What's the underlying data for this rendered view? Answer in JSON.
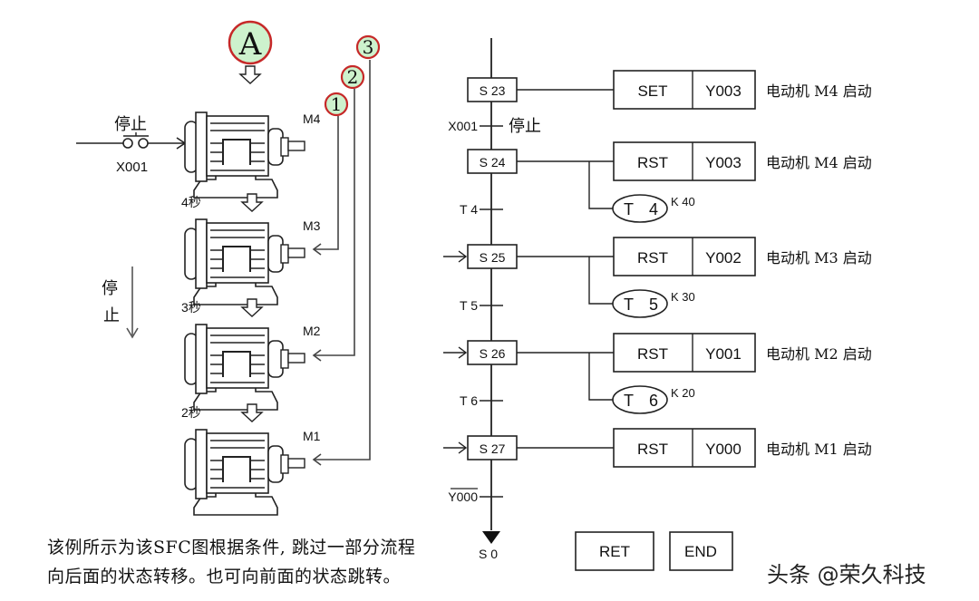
{
  "left_panel": {
    "badge_a": "A",
    "stop_switch_label": "停止",
    "stop_switch_input": "X001",
    "motors": [
      {
        "label": "M4"
      },
      {
        "label": "M3",
        "delay_before": "4秒"
      },
      {
        "label": "M2",
        "delay_before": "3秒"
      },
      {
        "label": "M1",
        "delay_before": "2秒"
      }
    ],
    "stop_direction_label": [
      "停",
      "止"
    ],
    "jump_markers": [
      "1",
      "2",
      "3"
    ],
    "caption_lines": [
      "该例所示为该SFC图根据条件, 跳过一部分流程",
      "向后面的状态转移。也可向前面的状态跳转。"
    ]
  },
  "sfc": {
    "steps": [
      {
        "id": "S 23",
        "instruction": "SET",
        "operand": "Y003",
        "comment": "电动机 M4 启动",
        "timer": null,
        "jump_in": false
      },
      {
        "id": "S 24",
        "instruction": "RST",
        "operand": "Y003",
        "comment": "电动机 M4 启动",
        "timer": {
          "name": "T",
          "num": "4",
          "k": "K 40"
        },
        "jump_in": false
      },
      {
        "id": "S 25",
        "instruction": "RST",
        "operand": "Y002",
        "comment": "电动机 M3 启动",
        "timer": {
          "name": "T",
          "num": "5",
          "k": "K 30"
        },
        "jump_in": true
      },
      {
        "id": "S 26",
        "instruction": "RST",
        "operand": "Y001",
        "comment": "电动机 M2 启动",
        "timer": {
          "name": "T",
          "num": "6",
          "k": "K 20"
        },
        "jump_in": true
      },
      {
        "id": "S 27",
        "instruction": "RST",
        "operand": "Y000",
        "comment": "电动机 M1 启动",
        "timer": null,
        "jump_in": true
      }
    ],
    "transitions": [
      {
        "label": "X001",
        "note": "停止"
      },
      {
        "label": "T   4",
        "note": ""
      },
      {
        "label": "T   5",
        "note": ""
      },
      {
        "label": "T   6",
        "note": ""
      },
      {
        "label": "Y000",
        "note": "",
        "negated": true
      }
    ],
    "end_target": "S   0",
    "ret_label": "RET",
    "end_label": "END"
  },
  "watermark": "头条 @荣久科技",
  "colors": {
    "badge_fill": "#cdf2cd",
    "badge_ring": "#c62828",
    "line": "#222222"
  }
}
